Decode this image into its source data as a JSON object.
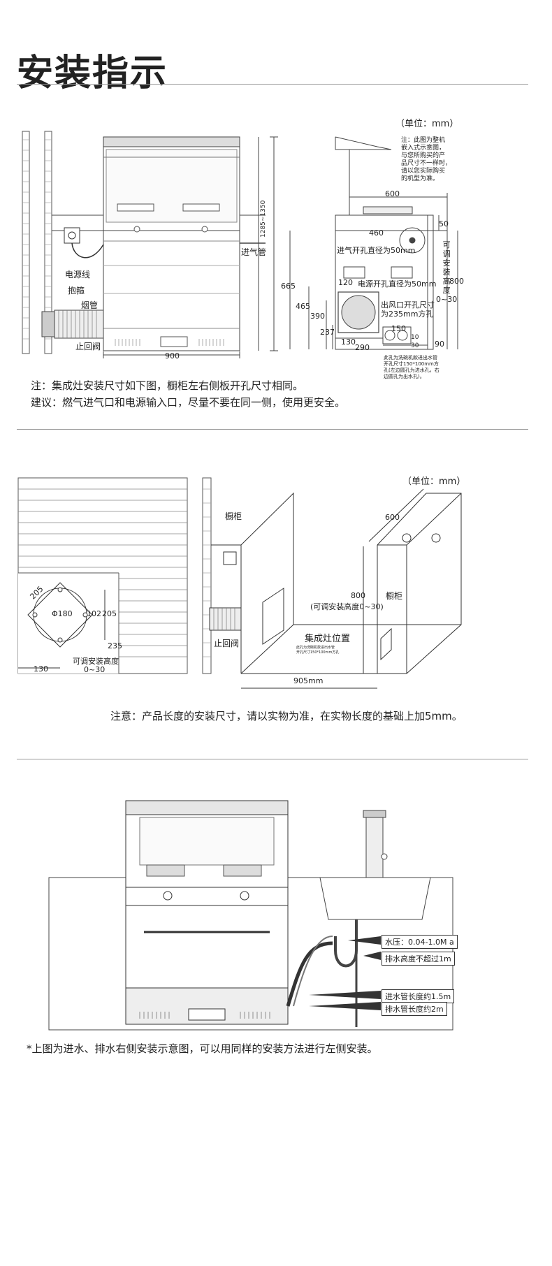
{
  "page": {
    "title": "安装指示"
  },
  "section1": {
    "unit": "（单位：mm）",
    "side_note": [
      "注：此图为整机",
      "嵌入式示意图，",
      "与您所购买的产",
      "品尺寸不一样时，",
      "请以您实际购买",
      "的机型为准。"
    ],
    "left_labels": {
      "power_cord": "电源线",
      "hoop": "抱箍",
      "chimney": "烟管",
      "check_valve": "止回阀",
      "gas_pipe": "进气管",
      "width": "900",
      "height_range": "1285~1350"
    },
    "right_dims": {
      "d600": "600",
      "d50": "50",
      "d460": "460",
      "gas_hole": "进气开孔直径为50mm",
      "d665": "665",
      "d120": "120",
      "power_hole": "电源开孔直径为50mm",
      "d465": "465",
      "d390": "390",
      "d237": "237",
      "outlet_hole": "出风口开孔尺寸\n为235mm方孔",
      "d150": "150",
      "d10": "10",
      "d30": "30",
      "d130": "130",
      "d290": "290",
      "d90": "90",
      "d800": "800",
      "adj": "可\n调\n安\n装\n高\n度\n0~30"
    },
    "hole_note": [
      "此孔为洗碗机款进出水管",
      "开孔尺寸150*100mm方",
      "孔(左边圆孔为进水孔，右",
      "边圆孔为出水孔)。"
    ],
    "note1": "注：集成灶安装尺寸如下图，橱柜左右侧板开孔尺寸相同。",
    "note2": "建议：燃气进气口和电源输入口，尽量不要在同一侧，使用更安全。"
  },
  "section2": {
    "unit": "（单位：mm）",
    "left_dims": {
      "d205a": "205",
      "phi": "Φ180",
      "d102": "102",
      "d205b": "205",
      "d235": "235",
      "d130": "130",
      "adj": "可调安装高度",
      "adj2": "0~30"
    },
    "right_labels": {
      "cabinet_left": "橱柜",
      "cabinet_right": "橱柜",
      "d600": "600",
      "d800": "800",
      "adj": "(可调安装高度0~30)",
      "position": "集成灶位置",
      "check_valve": "止回阀",
      "hole_note": "此孔为洗碗机款进出水管\n开孔尺寸150*100mm方孔",
      "width": "905mm"
    },
    "note": "注意：产品长度的安装尺寸，请以实物为准，在实物长度的基础上加5mm。"
  },
  "section3": {
    "labels": [
      "水压：0.04-1.0M a",
      "排水高度不超过1m",
      "进水管长度约1.5m",
      "排水管长度约2m"
    ],
    "note": "*上图为进水、排水右侧安装示意图，可以用同样的安装方法进行左侧安装。"
  }
}
